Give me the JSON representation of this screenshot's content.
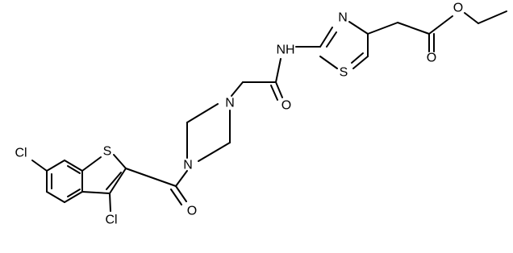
{
  "diagram": {
    "type": "chemical-structure",
    "colors": {
      "bond": "#000000",
      "label": "#000000",
      "background": "#ffffff"
    },
    "atoms": [
      {
        "id": "Cl6",
        "text": "Cl"
      },
      {
        "id": "Cl3",
        "text": "Cl"
      },
      {
        "id": "S_bt",
        "text": "S"
      },
      {
        "id": "O_co1",
        "text": "O"
      },
      {
        "id": "N_pz1",
        "text": "N"
      },
      {
        "id": "N_pz4",
        "text": "N"
      },
      {
        "id": "O_amide",
        "text": "O"
      },
      {
        "id": "NH",
        "text": "NH"
      },
      {
        "id": "N_tz",
        "text": "N"
      },
      {
        "id": "S_tz",
        "text": "S"
      },
      {
        "id": "O_est_dbl",
        "text": "O"
      },
      {
        "id": "O_est",
        "text": "O"
      }
    ]
  }
}
